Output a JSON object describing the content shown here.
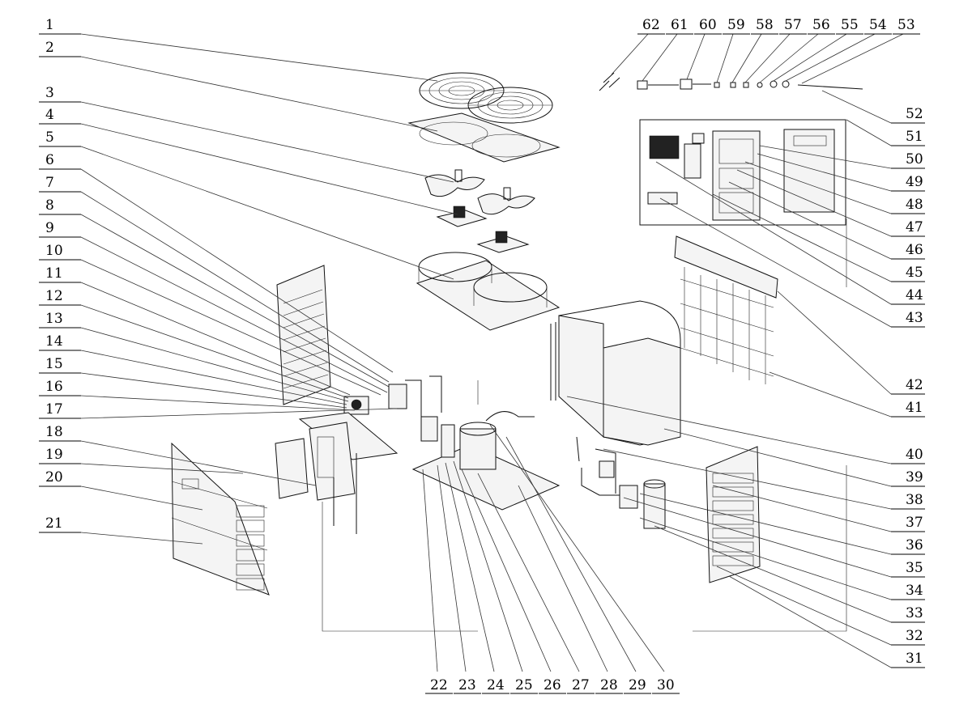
{
  "title": "",
  "labels": {
    "left": [
      "1",
      "2",
      "3",
      "4",
      "5",
      "6",
      "7",
      "8",
      "9",
      "10",
      "11",
      "12",
      "13",
      "14",
      "15",
      "16",
      "17",
      "18",
      "19",
      "20",
      "21"
    ],
    "right": [
      "52",
      "51",
      "50",
      "49",
      "48",
      "47",
      "46",
      "45",
      "44",
      "43",
      "42",
      "41",
      "40",
      "39",
      "38",
      "37",
      "36",
      "35",
      "34",
      "33",
      "32",
      "31"
    ],
    "top": [
      "62",
      "61",
      "60",
      "59",
      "58",
      "57",
      "56",
      "55",
      "54",
      "53"
    ],
    "bottom": [
      "22",
      "23",
      "24",
      "25",
      "26",
      "27",
      "28",
      "29",
      "30"
    ]
  }
}
